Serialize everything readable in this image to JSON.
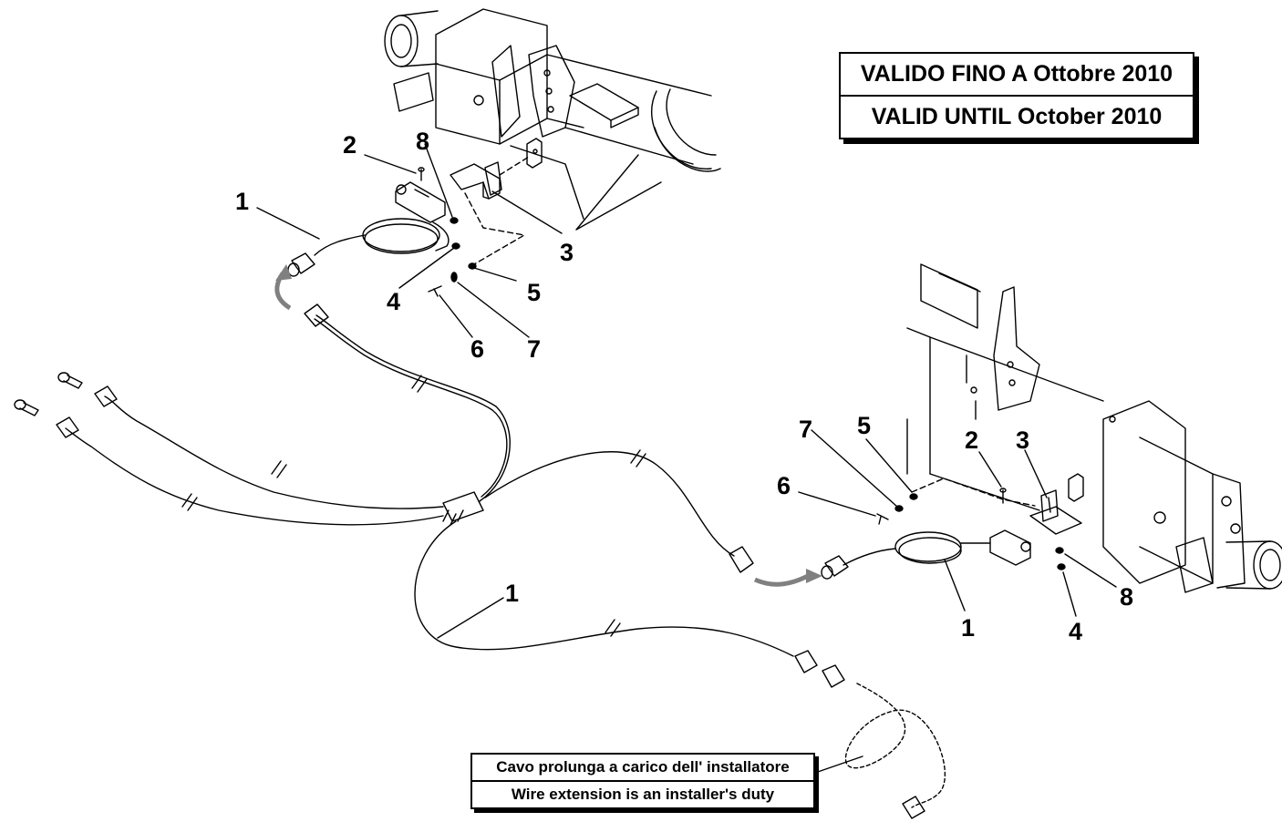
{
  "validity_note": {
    "line_it": "VALIDO FINO A Ottobre 2010",
    "line_en": "VALID UNTIL October 2010"
  },
  "extension_note": {
    "line_it": "Cavo prolunga a carico dell' installatore",
    "line_en": "Wire extension is an installer's duty"
  },
  "callouts": {
    "left_assembly": {
      "c1": "1",
      "c2": "2",
      "c3": "3",
      "c4": "4",
      "c5": "5",
      "c6": "6",
      "c7": "7",
      "c8": "8"
    },
    "right_assembly": {
      "c1": "1",
      "c2": "2",
      "c3": "3",
      "c4": "4",
      "c5": "5",
      "c6": "6",
      "c7": "7",
      "c8": "8"
    },
    "harness": {
      "c1": "1"
    }
  },
  "colors": {
    "line": "#000000",
    "arrow": "#808080",
    "background": "#ffffff"
  }
}
